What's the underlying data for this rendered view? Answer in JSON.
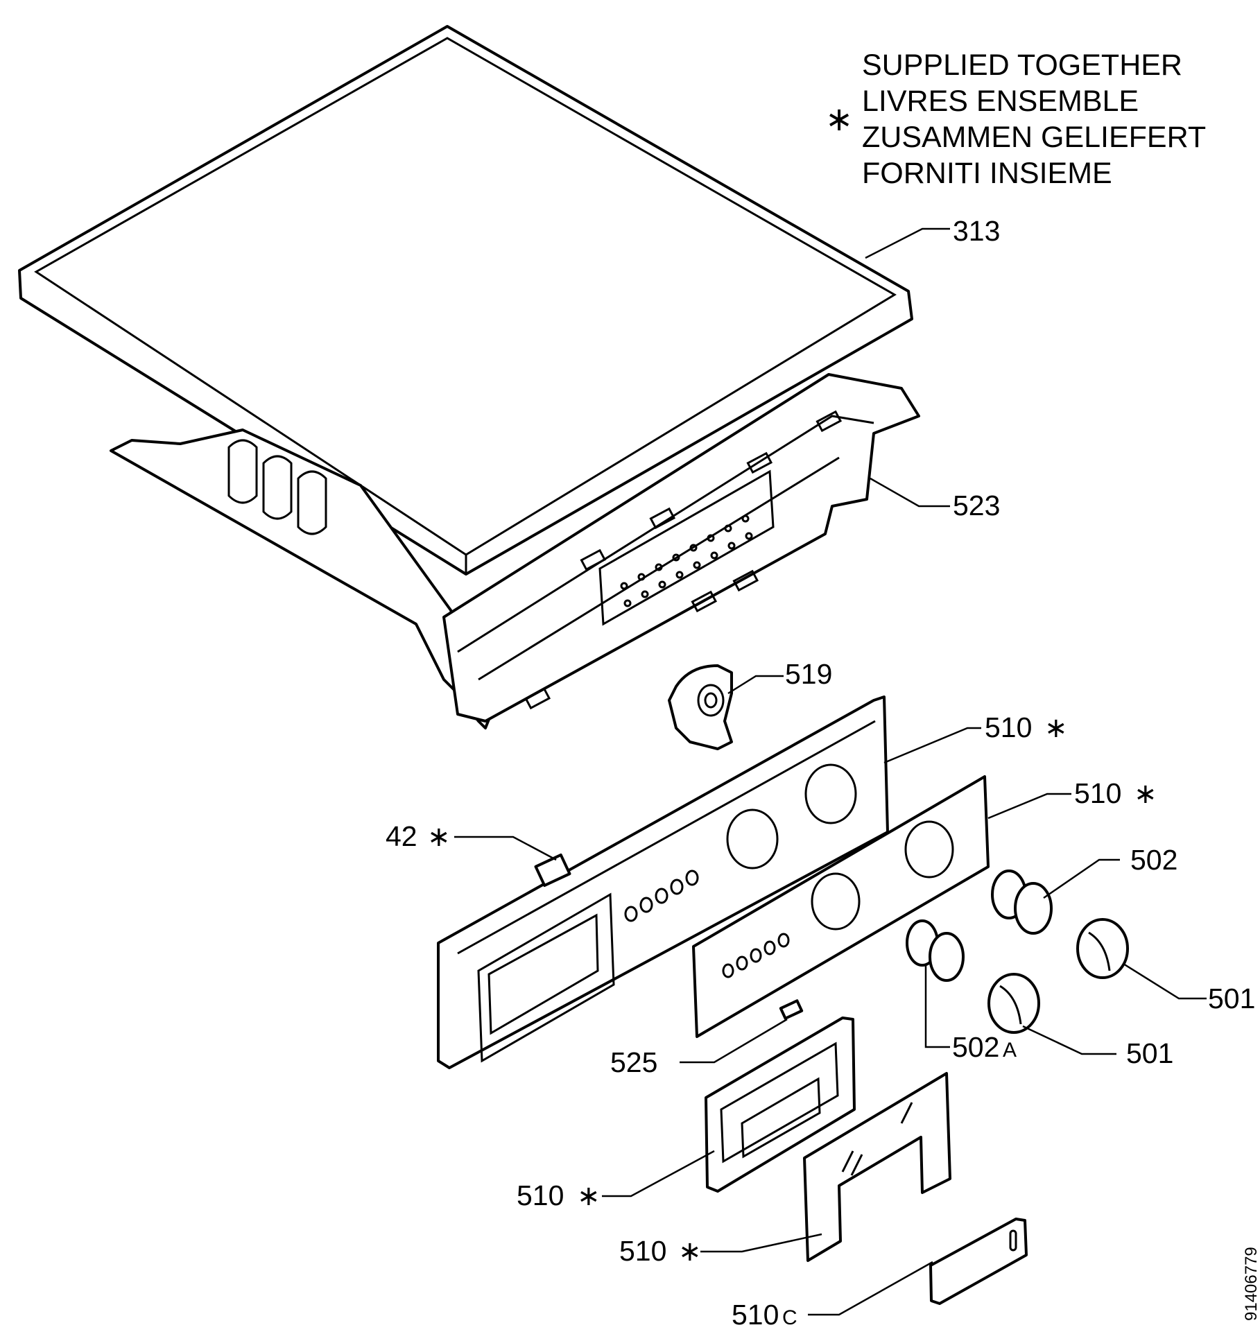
{
  "legend": {
    "symbol": "∗",
    "lines": [
      "SUPPLIED TOGETHER",
      "LIVRES ENSEMBLE",
      "ZUSAMMEN GELIEFERT",
      "FORNITI INSIEME"
    ]
  },
  "labels": {
    "l313": "313",
    "l523": "523",
    "l519": "519",
    "l510a": "510",
    "l510b": "510",
    "l42": "42",
    "l502": "502",
    "l501a": "501",
    "l502a": "502",
    "l502a_suffix": "A",
    "l501b": "501",
    "l525": "525",
    "l510c": "510",
    "l510d": "510",
    "l510e": "510",
    "l510e_suffix": "C"
  },
  "star": "∗",
  "doc_id": "91406779"
}
